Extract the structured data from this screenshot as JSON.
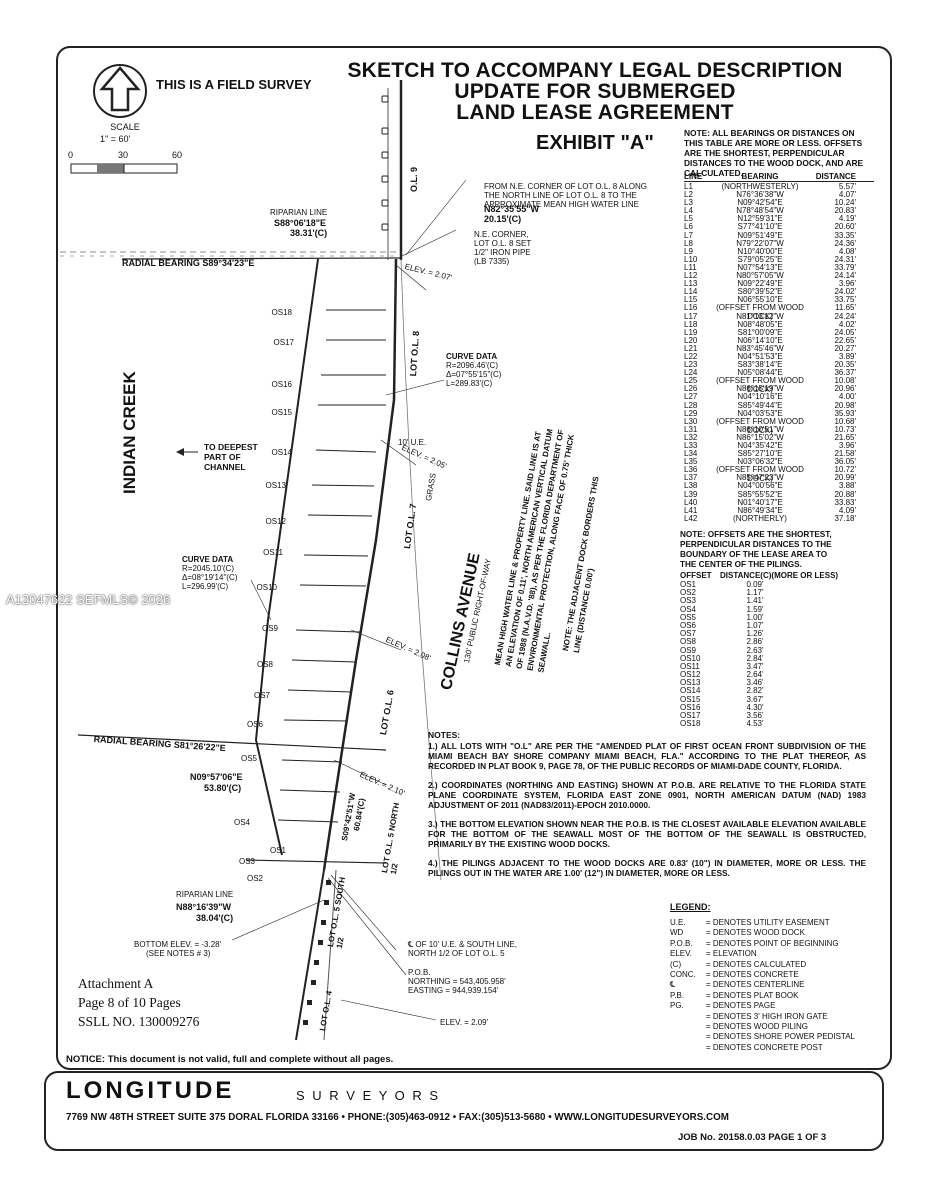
{
  "survey_label": "THIS IS A FIELD SURVEY",
  "title_lines": [
    "SKETCH TO ACCOMPANY LEGAL DESCRIPTION",
    "UPDATE FOR SUBMERGED",
    "LAND LEASE AGREEMENT"
  ],
  "exhibit": "EXHIBIT \"A\"",
  "scale": {
    "label": "SCALE",
    "ratio": "1\" = 60'",
    "ticks": [
      "0",
      "30",
      "60"
    ]
  },
  "table_note": "NOTE: ALL BEARINGS OR DISTANCES ON THIS TABLE ARE MORE OR LESS. OFFSETS ARE THE SHORTEST, PERPENDICULAR DISTANCES TO THE WOOD DOCK, AND ARE CALCULATED.",
  "table_headers": {
    "line": "LINE",
    "bearing": "BEARING",
    "distance": "DISTANCE"
  },
  "lines_table": [
    [
      "L1",
      "(NORTHWESTERLY)",
      "5.57'"
    ],
    [
      "L2",
      "N76°36'38\"W",
      "4.07'"
    ],
    [
      "L3",
      "N09°42'54\"E",
      "10.24'"
    ],
    [
      "L4",
      "N78°48'54\"W",
      "20.83'"
    ],
    [
      "L5",
      "N12°59'31\"E",
      "4.19'"
    ],
    [
      "L6",
      "S77°41'10\"E",
      "20.60'"
    ],
    [
      "L7",
      "N09°51'49\"E",
      "33.35'"
    ],
    [
      "L8",
      "N79°22'07\"W",
      "24.36'"
    ],
    [
      "L9",
      "N10°40'00\"E",
      "4.08'"
    ],
    [
      "L10",
      "S79°05'25\"E",
      "24.31'"
    ],
    [
      "L11",
      "N07°54'13\"E",
      "33.79'"
    ],
    [
      "L12",
      "N80°57'05\"W",
      "24.14'"
    ],
    [
      "L13",
      "N09°22'49\"E",
      "3.96'"
    ],
    [
      "L14",
      "S80°39'52\"E",
      "24.02'"
    ],
    [
      "L15",
      "N06°55'10\"E",
      "33.75'"
    ],
    [
      "L16",
      "(OFFSET FROM WOOD DOCK)",
      "11.65'"
    ],
    [
      "L17",
      "N81°13'12\"W",
      "24.24'"
    ],
    [
      "L18",
      "N08°48'05\"E",
      "4.02'"
    ],
    [
      "L19",
      "S81°00'09\"E",
      "24.05'"
    ],
    [
      "L20",
      "N06°14'10\"E",
      "22.65'"
    ],
    [
      "L21",
      "N83°45'46\"W",
      "20.27'"
    ],
    [
      "L22",
      "N04°51'53\"E",
      "3.89'"
    ],
    [
      "L23",
      "S83°38'14\"E",
      "20.35'"
    ],
    [
      "L24",
      "N05°08'44\"E",
      "36.37'"
    ],
    [
      "L25",
      "(OFFSET FROM WOOD DOCK)",
      "10.08'"
    ],
    [
      "L26",
      "N86°15'19\"W",
      "20.96'"
    ],
    [
      "L27",
      "N04°10'16\"E",
      "4.00'"
    ],
    [
      "L28",
      "S85°49'44\"E",
      "20.98'"
    ],
    [
      "L29",
      "N04°03'53\"E",
      "35.93'"
    ],
    [
      "L30",
      "(OFFSET FROM WOOD DOCK)",
      "10.68'"
    ],
    [
      "L31",
      "N86°10'51\"W",
      "10.73'"
    ],
    [
      "L32",
      "N86°15'02\"W",
      "21.65'"
    ],
    [
      "L33",
      "N04°35'42\"E",
      "3.96'"
    ],
    [
      "L34",
      "S85°27'10\"E",
      "21.58'"
    ],
    [
      "L35",
      "N03°06'32\"E",
      "36.05'"
    ],
    [
      "L36",
      "(OFFSET FROM WOOD DOCK)",
      "10.72'"
    ],
    [
      "L37",
      "N85°47'23\"W",
      "20.99'"
    ],
    [
      "L38",
      "N04°00'56\"E",
      "3.88'"
    ],
    [
      "L39",
      "S85°55'52\"E",
      "20.88'"
    ],
    [
      "L40",
      "N01°40'17\"E",
      "33.83'"
    ],
    [
      "L41",
      "N86°49'34\"E",
      "4.09'"
    ],
    [
      "L42",
      "(NORTHERLY)",
      "37.18'"
    ]
  ],
  "offsets_note": "NOTE: OFFSETS ARE THE SHORTEST, PERPENDICULAR DISTANCES TO THE BOUNDARY OF THE LEASE AREA TO THE CENTER OF THE PILINGS.",
  "offsets_headers": {
    "offset": "OFFSET",
    "distance": "DISTANCE(C)(MORE OR LESS)"
  },
  "offsets_table": [
    [
      "OS1",
      "0.09'"
    ],
    [
      "OS2",
      "1.17'"
    ],
    [
      "OS3",
      "1.41'"
    ],
    [
      "OS4",
      "1.59'"
    ],
    [
      "OS5",
      "1.00'"
    ],
    [
      "OS6",
      "1.07'"
    ],
    [
      "OS7",
      "1.26'"
    ],
    [
      "OS8",
      "2.86'"
    ],
    [
      "OS9",
      "2.63'"
    ],
    [
      "OS10",
      "2.84'"
    ],
    [
      "OS11",
      "3.47'"
    ],
    [
      "OS12",
      "2.64'"
    ],
    [
      "OS13",
      "3.46'"
    ],
    [
      "OS14",
      "2.82'"
    ],
    [
      "OS15",
      "3.67'"
    ],
    [
      "OS16",
      "4.30'"
    ],
    [
      "OS17",
      "3.56'"
    ],
    [
      "OS18",
      "4.53'"
    ]
  ],
  "notes_title": "NOTES:",
  "notes": [
    "1.) ALL LOTS WITH \"O.L\" ARE PER THE \"AMENDED PLAT OF FIRST OCEAN FRONT SUBDIVISION OF THE MIAMI BEACH BAY SHORE COMPANY MIAMI BEACH, FLA.\" ACCORDING TO THE PLAT THEREOF, AS RECORDED IN PLAT BOOK 9, PAGE 78, OF THE PUBLIC RECORDS OF MIAMI-DADE COUNTY, FLORIDA.",
    "2.) COORDINATES (NORTHING AND EASTING) SHOWN AT P.O.B. ARE RELATIVE TO THE FLORIDA STATE PLANE COORDINATE SYSTEM, FLORIDA EAST ZONE 0901, NORTH AMERICAN DATUM (NAD) 1983 ADJUSTMENT OF 2011 (NAD83/2011)-EPOCH 2010.0000.",
    "3.) THE BOTTOM ELEVATION SHOWN NEAR THE P.O.B. IS THE CLOSEST AVAILABLE ELEVATION AVAILABLE FOR THE BOTTOM OF THE SEAWALL MOST OF THE BOTTOM OF THE SEAWALL IS OBSTRUCTED, PRIMARILY BY THE EXISTING WOOD DOCKS.",
    "4.) THE PILINGS ADJACENT TO THE WOOD DOCKS ARE 0.83' (10\") IN DIAMETER, MORE OR LESS. THE PILINGS OUT IN THE WATER ARE 1.00' (12\") IN DIAMETER, MORE OR LESS."
  ],
  "legend_title": "LEGEND:",
  "legend": [
    [
      "U.E.",
      "= DENOTES UTILITY EASEMENT"
    ],
    [
      "WD",
      "= DENOTES WOOD DOCK"
    ],
    [
      "P.O.B.",
      "= DENOTES POINT OF BEGINNING"
    ],
    [
      "ELEV.",
      "= ELEVATION"
    ],
    [
      "(C)",
      "= DENOTES CALCULATED"
    ],
    [
      "CONC.",
      "= DENOTES CONCRETE"
    ],
    [
      "℄",
      "= DENOTES CENTERLINE"
    ],
    [
      "P.B.",
      "= DENOTES PLAT BOOK"
    ],
    [
      "PG.",
      "= DENOTES PAGE"
    ],
    [
      "",
      "= DENOTES 3' HIGH IRON GATE"
    ],
    [
      "",
      "= DENOTES WOOD PILING"
    ],
    [
      "",
      "= DENOTES SHORE POWER PEDISTAL"
    ],
    [
      "",
      "= DENOTES CONCRETE POST"
    ]
  ],
  "map": {
    "indian_creek": "INDIAN CREEK",
    "to_channel": [
      "TO DEEPEST",
      "PART OF",
      "CHANNEL"
    ],
    "collins_avenue": "COLLINS AVENUE",
    "row": "130' PUBLIC RIGHT-OF-WAY",
    "water_line_note": "MEAN HIGH WATER LINE & PROPERTY LINE. SAID LINE IS AT AN ELEVATION OF 0.11', NORTH AMERICAN VERTICAL DATUM OF 1988 (N.A.V.D. '88), AS PER THE FLORIDA DEPARTMENT OF ENVIRONMENTAL PROTECTION, ALONG FACE OF 0.75' THICK SEAWALL.",
    "dock_note": "NOTE: THE ADJACENT DOCK BORDERS THIS LINE (DISTANCE 0.00')",
    "from_corner": "FROM N.E. CORNER OF LOT O.L. 8 ALONG THE NORTH LINE OF LOT O.L. 8 TO THE APPROXIMATE MEAN HIGH WATER LINE",
    "from_corner_bearing": "N82°35'55\"W",
    "from_corner_dist": "20.15'(C)",
    "ne_corner": "N.E. CORNER, LOT O.L. 8 SET 1/2\" IRON PIPE (LB 7335)",
    "riparian_top": "RIPARIAN LINE",
    "riparian_top_bearing": "S88°06'18\"E",
    "riparian_top_dist": "38.31'(C)",
    "radial_top": "RADIAL BEARING S89°34'23\"E",
    "radial_bottom": "RADIAL BEARING S81°26'22\"E",
    "curve1": [
      "CURVE DATA",
      "R=2096.46'(C)",
      "Δ=07°55'15\"(C)",
      "L=289.83'(C)"
    ],
    "curve2": [
      "CURVE DATA",
      "R=2045.10'(C)",
      "Δ=08°19'14\"(C)",
      "L=296.99'(C)"
    ],
    "bearing_mid": "N09°57'06\"E",
    "bearing_mid_dist": "53.80'(C)",
    "bearing_s": "S09°42'51\"W",
    "bearing_s_dist": "60.84'(C)",
    "riparian_bottom": "RIPARIAN LINE",
    "riparian_bottom_bearing": "N88°16'39\"W",
    "riparian_bottom_dist": "38.04'(C)",
    "bottom_elev": "BOTTOM ELEV. = -3.28'",
    "see_notes": "(SEE NOTES # 3)",
    "cl_note": "℄ OF 10' U.E. & SOUTH LINE, NORTH 1/2 OF LOT O.L. 5",
    "pob": "P.O.B.",
    "northing": "NORTHING = 543,405.958'",
    "easting": "EASTING = 944,939.154'",
    "elev_bottom": "ELEV. = 2.09'",
    "elev_labels": [
      "ELEV. = 2.07'",
      "ELEV. = 2.05'",
      "ELEV. = 2.08'",
      "ELEV. = 2.10'"
    ],
    "lots": [
      "O.L. 9",
      "LOT O.L. 8",
      "LOT O.L. 7",
      "LOT O.L. 6",
      "LOT O.L. 5 NORTH 1/2",
      "LOT O.L. 5 SOUTH 1/2",
      "LOT O.L. 4"
    ],
    "ue": "10' U.E.",
    "grass": "GRASS",
    "os_labels": [
      "OS18",
      "OS17",
      "OS16",
      "OS15",
      "OS14",
      "OS13",
      "OS12",
      "OS11",
      "OS10",
      "OS9",
      "OS8",
      "OS7",
      "OS6",
      "OS5",
      "OS4",
      "OS3",
      "OS2",
      "OS1"
    ]
  },
  "attachment": [
    "Attachment A",
    "Page 8 of 10 Pages",
    "SSLL NO. 130009276"
  ],
  "validity_notice": "NOTICE: This document is not valid, full and complete without all pages.",
  "watermark": "A12047622  SEFMLS© 2026",
  "company": {
    "logo_text": "LONGITUDE",
    "tag": "S U R V E Y O R S",
    "address": "7769 NW 48TH STREET SUITE 375 DORAL FLORIDA 33166 • PHONE:(305)463-0912 • FAX:(305)513-5680  • WWW.LONGITUDESURVEYORS.COM",
    "job": "JOB No. 20158.0.03   PAGE 1 OF 3"
  }
}
